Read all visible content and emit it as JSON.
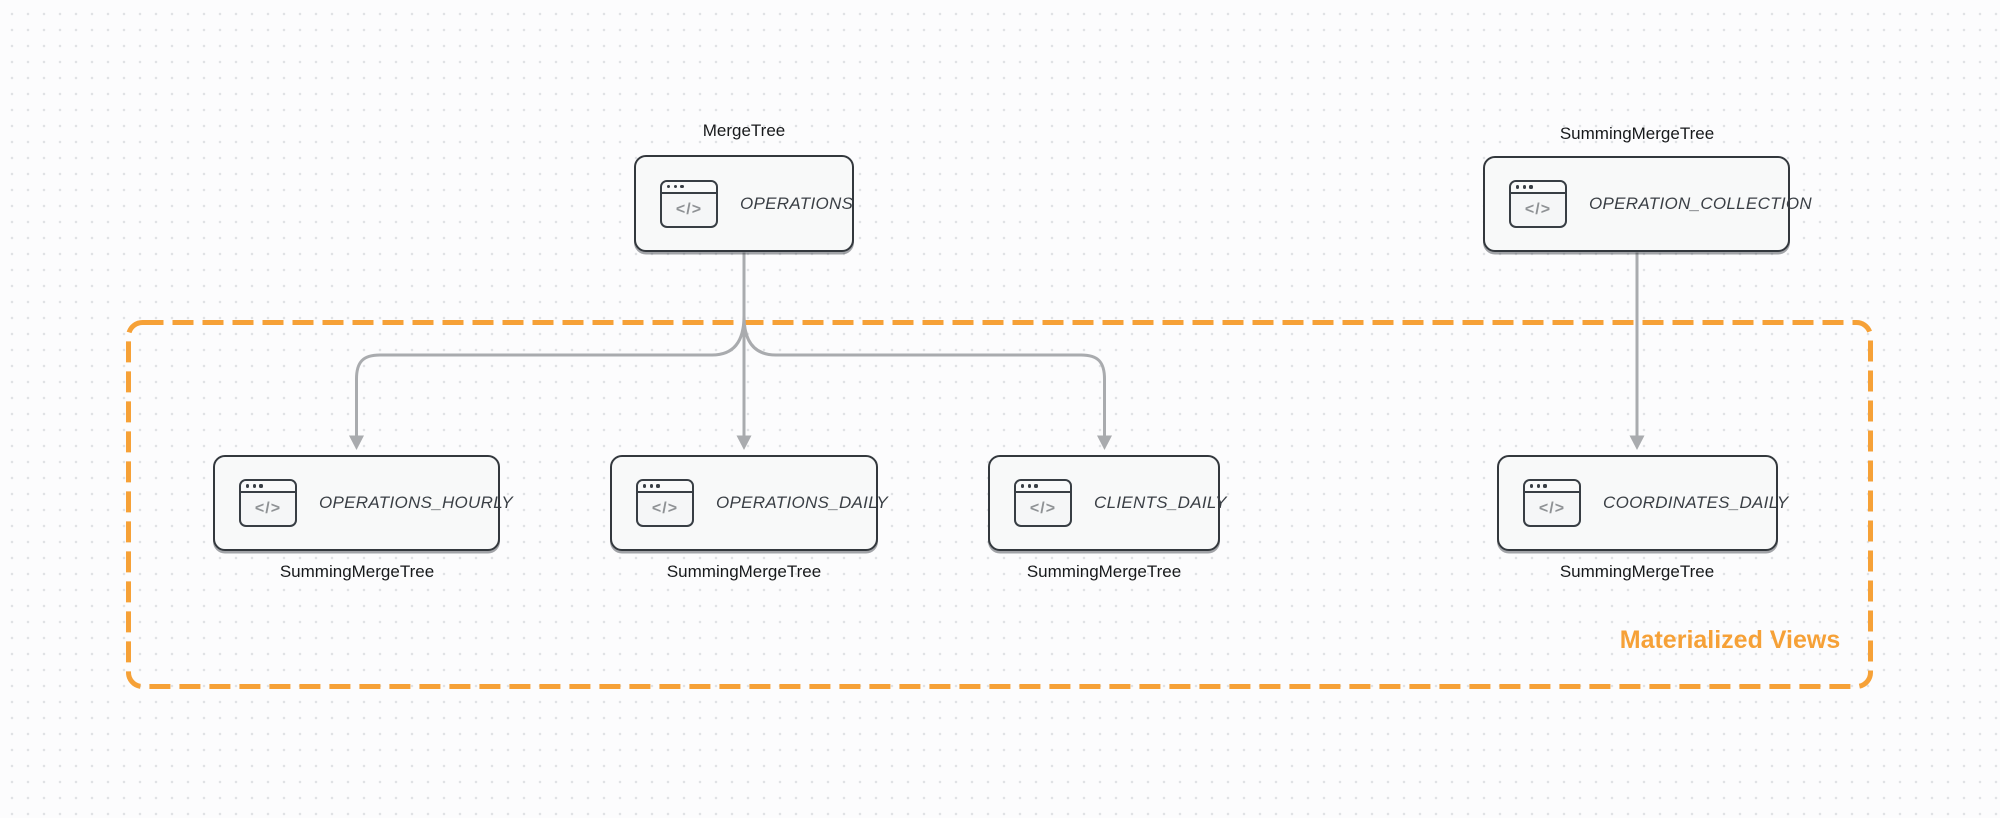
{
  "colors": {
    "accent_orange": "#F6A137",
    "node_border": "#33383D",
    "node_fill": "#F8F9F9",
    "connector_gray": "#A9ABAE",
    "node_title_text": "#3A3F45",
    "engine_label_text": "#17191B"
  },
  "icon": {
    "name": "code-window-icon",
    "glyph": "</>"
  },
  "nodes": [
    {
      "id": "operations",
      "title": "OPERATIONS",
      "engine_label": "MergeTree",
      "engine_label_position": "top"
    },
    {
      "id": "operation_collection",
      "title": "OPERATION_COLLECTION",
      "engine_label": "SummingMergeTree",
      "engine_label_position": "top"
    },
    {
      "id": "operations_hourly",
      "title": "OPERATIONS_HOURLY",
      "engine_label": "SummingMergeTree",
      "engine_label_position": "bottom"
    },
    {
      "id": "operations_daily",
      "title": "OPERATIONS_DAILY",
      "engine_label": "SummingMergeTree",
      "engine_label_position": "bottom"
    },
    {
      "id": "clients_daily",
      "title": "CLIENTS_DAILY",
      "engine_label": "SummingMergeTree",
      "engine_label_position": "bottom"
    },
    {
      "id": "coordinates_daily",
      "title": "COORDINATES_DAILY",
      "engine_label": "SummingMergeTree",
      "engine_label_position": "bottom"
    }
  ],
  "edges": [
    {
      "from": "OPERATIONS",
      "to": "OPERATIONS_HOURLY"
    },
    {
      "from": "OPERATIONS",
      "to": "OPERATIONS_DAILY"
    },
    {
      "from": "OPERATIONS",
      "to": "CLIENTS_DAILY"
    },
    {
      "from": "OPERATION_COLLECTION",
      "to": "COORDINATES_DAILY"
    }
  ],
  "group_box": {
    "label": "Materialized Views"
  }
}
